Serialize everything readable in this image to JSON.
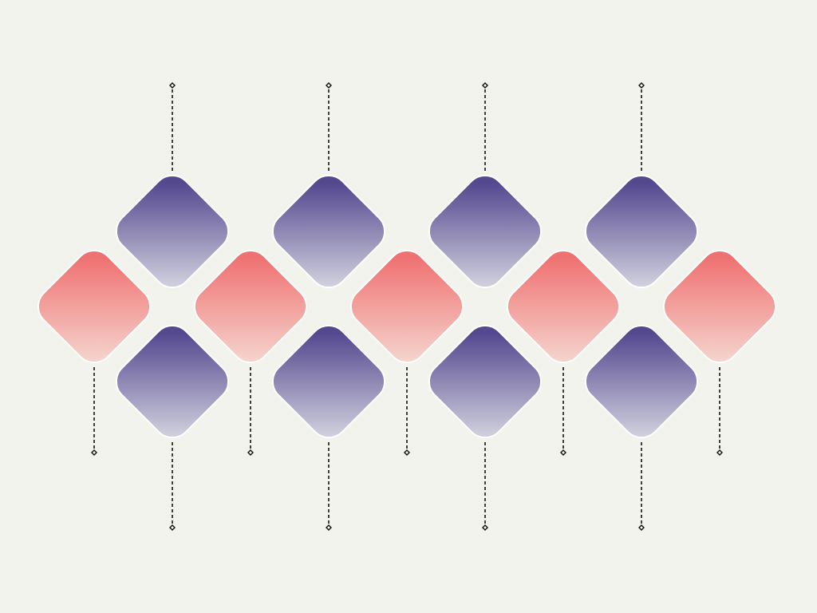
{
  "diagram": {
    "type": "diamond-infographic",
    "colors": {
      "background": "#f2f3ec",
      "purple_start": "#54488f",
      "purple_end": "#cfcfdd",
      "coral_start": "#ef7272",
      "coral_end": "#f5d3cc",
      "connector": "#111111",
      "separator": "#ffffff"
    },
    "coral_diamonds": [
      {
        "id": "coral-1",
        "connector": "down"
      },
      {
        "id": "coral-2",
        "connector": "down"
      },
      {
        "id": "coral-3",
        "connector": "down"
      },
      {
        "id": "coral-4",
        "connector": "down"
      },
      {
        "id": "coral-5",
        "connector": "down"
      }
    ],
    "purple_top_diamonds": [
      {
        "id": "purple-top-1",
        "connector": "up"
      },
      {
        "id": "purple-top-2",
        "connector": "up"
      },
      {
        "id": "purple-top-3",
        "connector": "up"
      },
      {
        "id": "purple-top-4",
        "connector": "up"
      }
    ],
    "purple_bottom_diamonds": [
      {
        "id": "purple-bottom-1",
        "connector": "down"
      },
      {
        "id": "purple-bottom-2",
        "connector": "down"
      },
      {
        "id": "purple-bottom-3",
        "connector": "down"
      },
      {
        "id": "purple-bottom-4",
        "connector": "down"
      }
    ],
    "connector_style": "dashed-line-with-diamond-endpoint"
  }
}
